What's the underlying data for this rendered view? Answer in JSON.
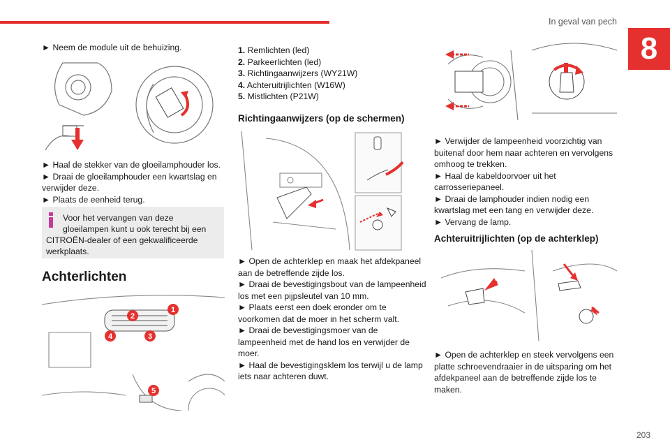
{
  "header": {
    "section_title": "In geval van pech",
    "chapter_number": "8"
  },
  "page_number": "203",
  "col1": {
    "intro_step": "► Neem de module uit de behuizing.",
    "steps": [
      "► Haal de stekker van de gloeilamphouder los.",
      "► Draai de gloeilamphouder een kwartslag en verwijder deze.",
      "► Plaats de eenheid terug."
    ],
    "info_line1": "Voor het vervangen van deze",
    "info_line2": "gloeilampen kunt u ook terecht bij een",
    "info_line3": "CITROËN-dealer of een gekwalificeerde",
    "info_line4": "werkplaats.",
    "heading": "Achterlichten",
    "callouts": [
      "1",
      "2",
      "3",
      "4",
      "5"
    ]
  },
  "col2": {
    "lamps": [
      {
        "num": "1.",
        "text": "Remlichten (led)"
      },
      {
        "num": "2.",
        "text": "Parkeerlichten (led)"
      },
      {
        "num": "3.",
        "text": "Richtingaanwijzers (WY21W)"
      },
      {
        "num": "4.",
        "text": "Achteruitrijlichten (W16W)"
      },
      {
        "num": "5.",
        "text": "Mistlichten (P21W)"
      }
    ],
    "heading": "Richtingaanwijzers (op de schermen)",
    "steps": [
      "► Open de achterklep en maak het afdekpaneel aan de betreffende zijde los.",
      "► Draai de bevestigingsbout van de lampeenheid los met een pijpsleutel van 10 mm.",
      "► Plaats eerst een doek eronder om te voorkomen dat de moer in het scherm valt.",
      "► Draai de bevestigingsmoer van de lampeenheid met de hand los en verwijder de moer.",
      "► Haal de bevestigingsklem los terwijl u de lamp iets naar achteren duwt."
    ]
  },
  "col3": {
    "steps": [
      "► Verwijder de lampeenheid voorzichtig van buitenaf door hem naar achteren en vervolgens omhoog te trekken.",
      "► Haal de kabeldoorvoer uit het carrosseriepaneel.",
      "► Draai de lamphouder indien nodig een kwartslag met een tang en verwijder deze.",
      "► Vervang de lamp."
    ],
    "heading": "Achteruitrijlichten (op de achterklep)",
    "final_step": "► Open de achterklep en steek vervolgens een platte schroevendraaier in de uitsparing om het afdekpaneel aan de betreffende zijde los te maken."
  },
  "colors": {
    "accent": "#e4312f",
    "info_bg": "#ececec",
    "info_icon": "#c63a9a"
  }
}
